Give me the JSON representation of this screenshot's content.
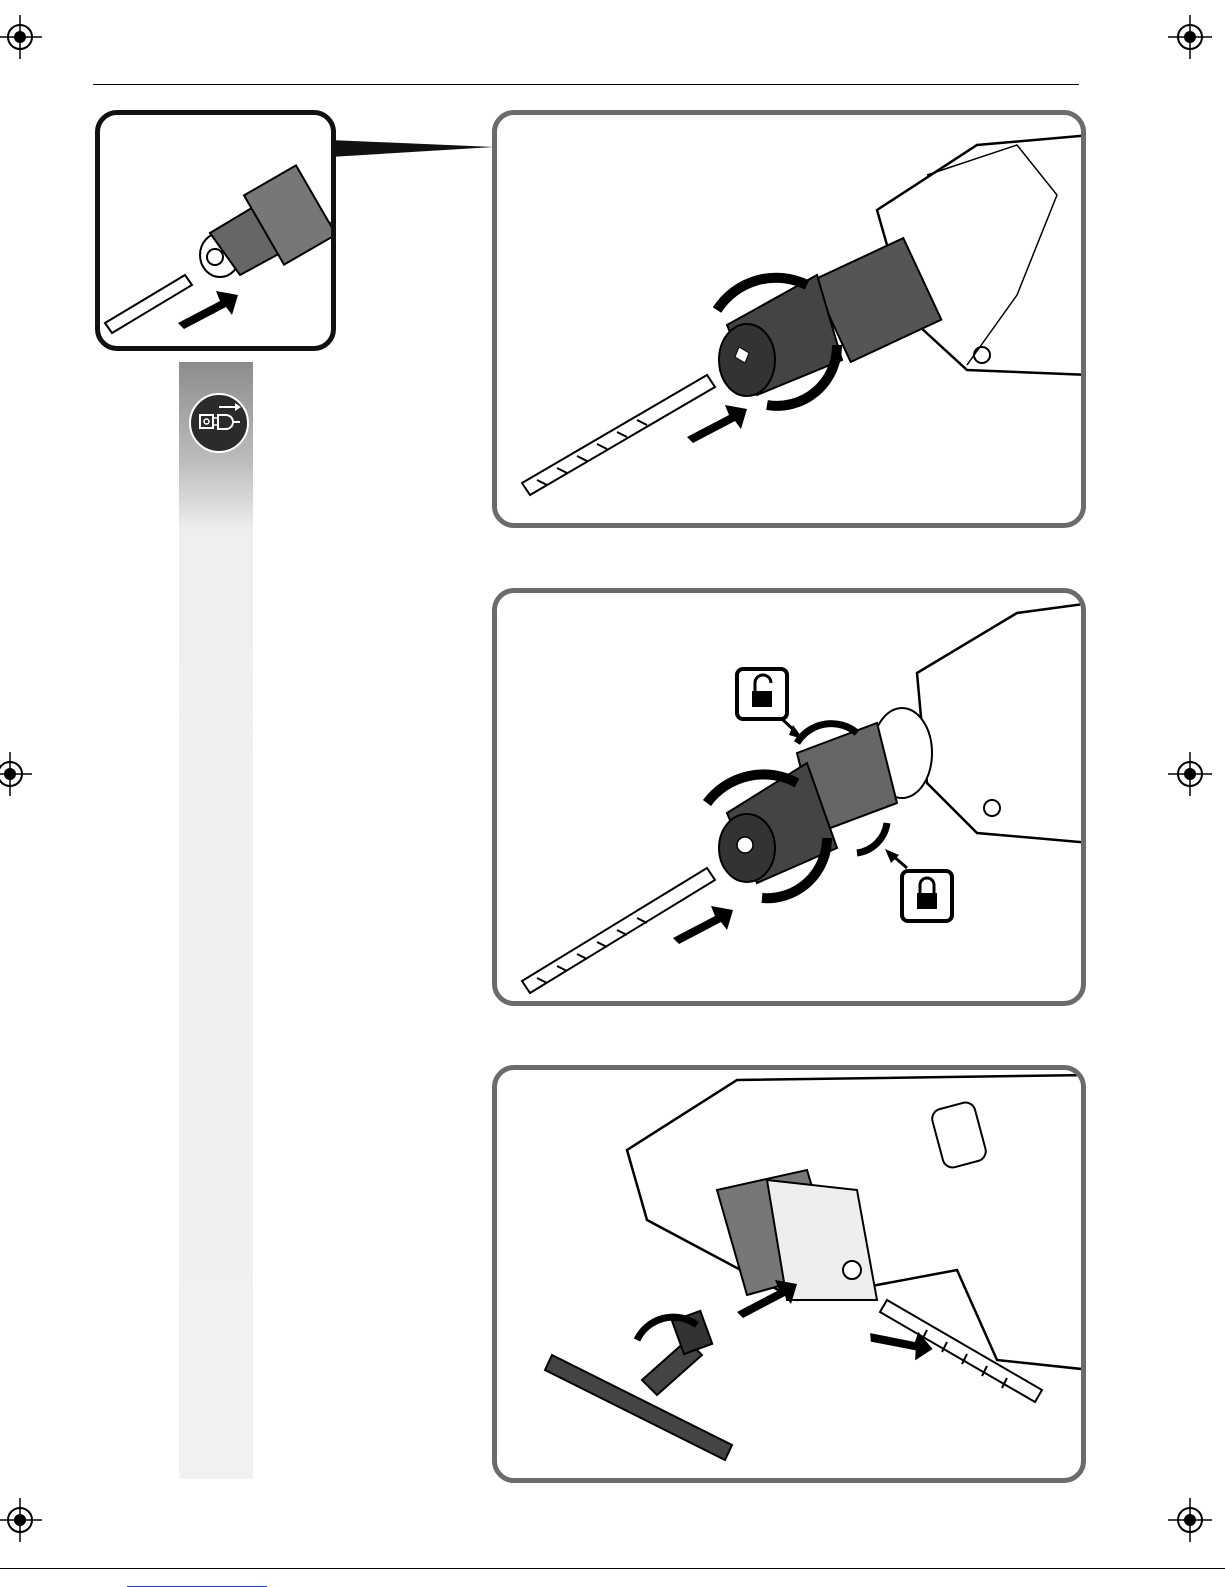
{
  "page": {
    "description": "",
    "panels": [
      {
        "id": "panel-1",
        "name": "keyless-chuck-insert-bit"
      },
      {
        "id": "panel-2",
        "name": "keyless-chuck-lock-unlock"
      },
      {
        "id": "panel-3",
        "name": "key-chuck-insert-bit"
      }
    ]
  },
  "icons": {
    "sidebar_badge": "unplug-icon",
    "unlock_symbol": "unlock-icon",
    "lock_symbol": "lock-icon"
  },
  "colors": {
    "panel_border": "#6b6b6b",
    "sidebar_gradient_top": "#8c8c8c",
    "sidebar_body": "#f1f1f1",
    "badge": "#2b2b2b"
  }
}
